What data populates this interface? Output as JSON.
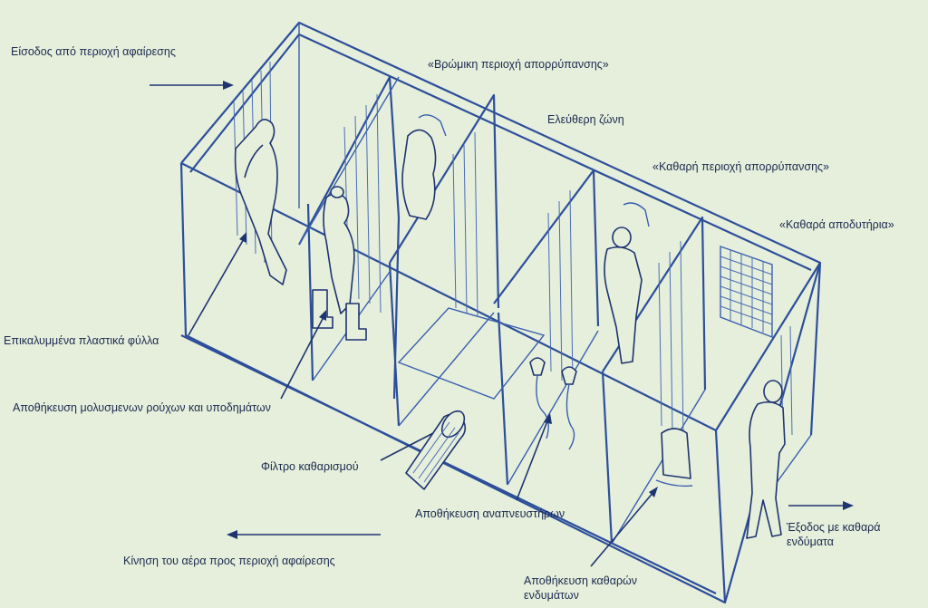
{
  "colors": {
    "background": "#e6efdc",
    "structure": "#2d4f9a",
    "text": "#1b2a4e"
  },
  "labels": {
    "entry": "Είσοδος από περιοχή αφαίρεσης",
    "dirty_zone": "«Βρώμικη περιοχή απορρύπανσης»",
    "free_zone": "Ελεύθερη ζώνη",
    "clean_zone": "«Καθαρή περιοχή απορρύπανσης»",
    "clean_changing": "«Καθαρά αποδυτήρια»",
    "plastic_sheets": "Επικαλυμμένα πλαστικά φύλλα",
    "contaminated_storage": "Αποθήκευση μολυσμενων ρούχων και υποδημάτων",
    "filter": "Φίλτρο καθαρισμού",
    "respirator_storage": "Αποθήκευση αναπνευστήρων",
    "air_movement": "Κίνηση του αέρα προς περιοχή αφαίρεσης",
    "clean_clothes_storage": "Αποθήκευση καθαρών ενδυμάτων",
    "exit": "Έξοδος με καθαρά ενδύματα"
  },
  "icons": [
    "shower-icon",
    "respirator-icon",
    "person-icon",
    "filter-pipe-icon",
    "grid-window-icon"
  ]
}
